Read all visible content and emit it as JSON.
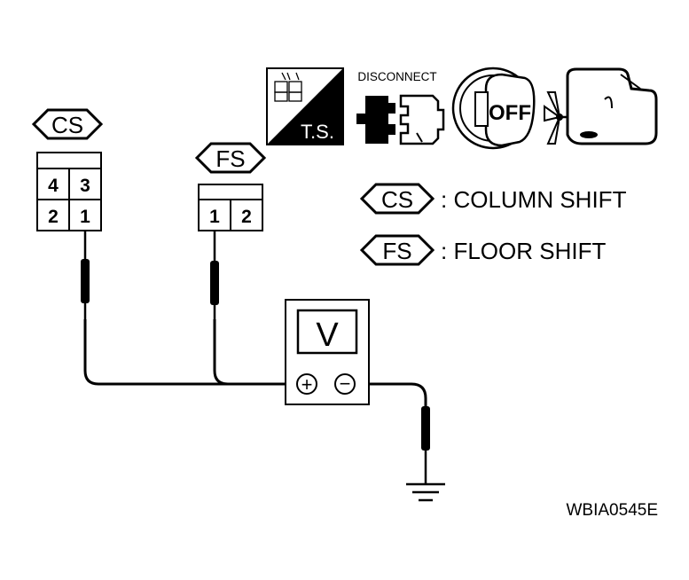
{
  "connectors": {
    "cs": {
      "tag": "CS",
      "terminals": [
        "4",
        "3",
        "2",
        "1"
      ]
    },
    "fs": {
      "tag": "FS",
      "terminals": [
        "1",
        "2"
      ]
    }
  },
  "icons": {
    "ts_label": "T.S.",
    "disconnect_label": "DISCONNECT",
    "off_label": "OFF"
  },
  "legend": [
    {
      "tag": "CS",
      "text": ": COLUMN SHIFT"
    },
    {
      "tag": "FS",
      "text": ": FLOOR SHIFT"
    }
  ],
  "meter": {
    "symbol": "V",
    "plus": "+",
    "minus": "−"
  },
  "figure_id": "WBIA0545E"
}
